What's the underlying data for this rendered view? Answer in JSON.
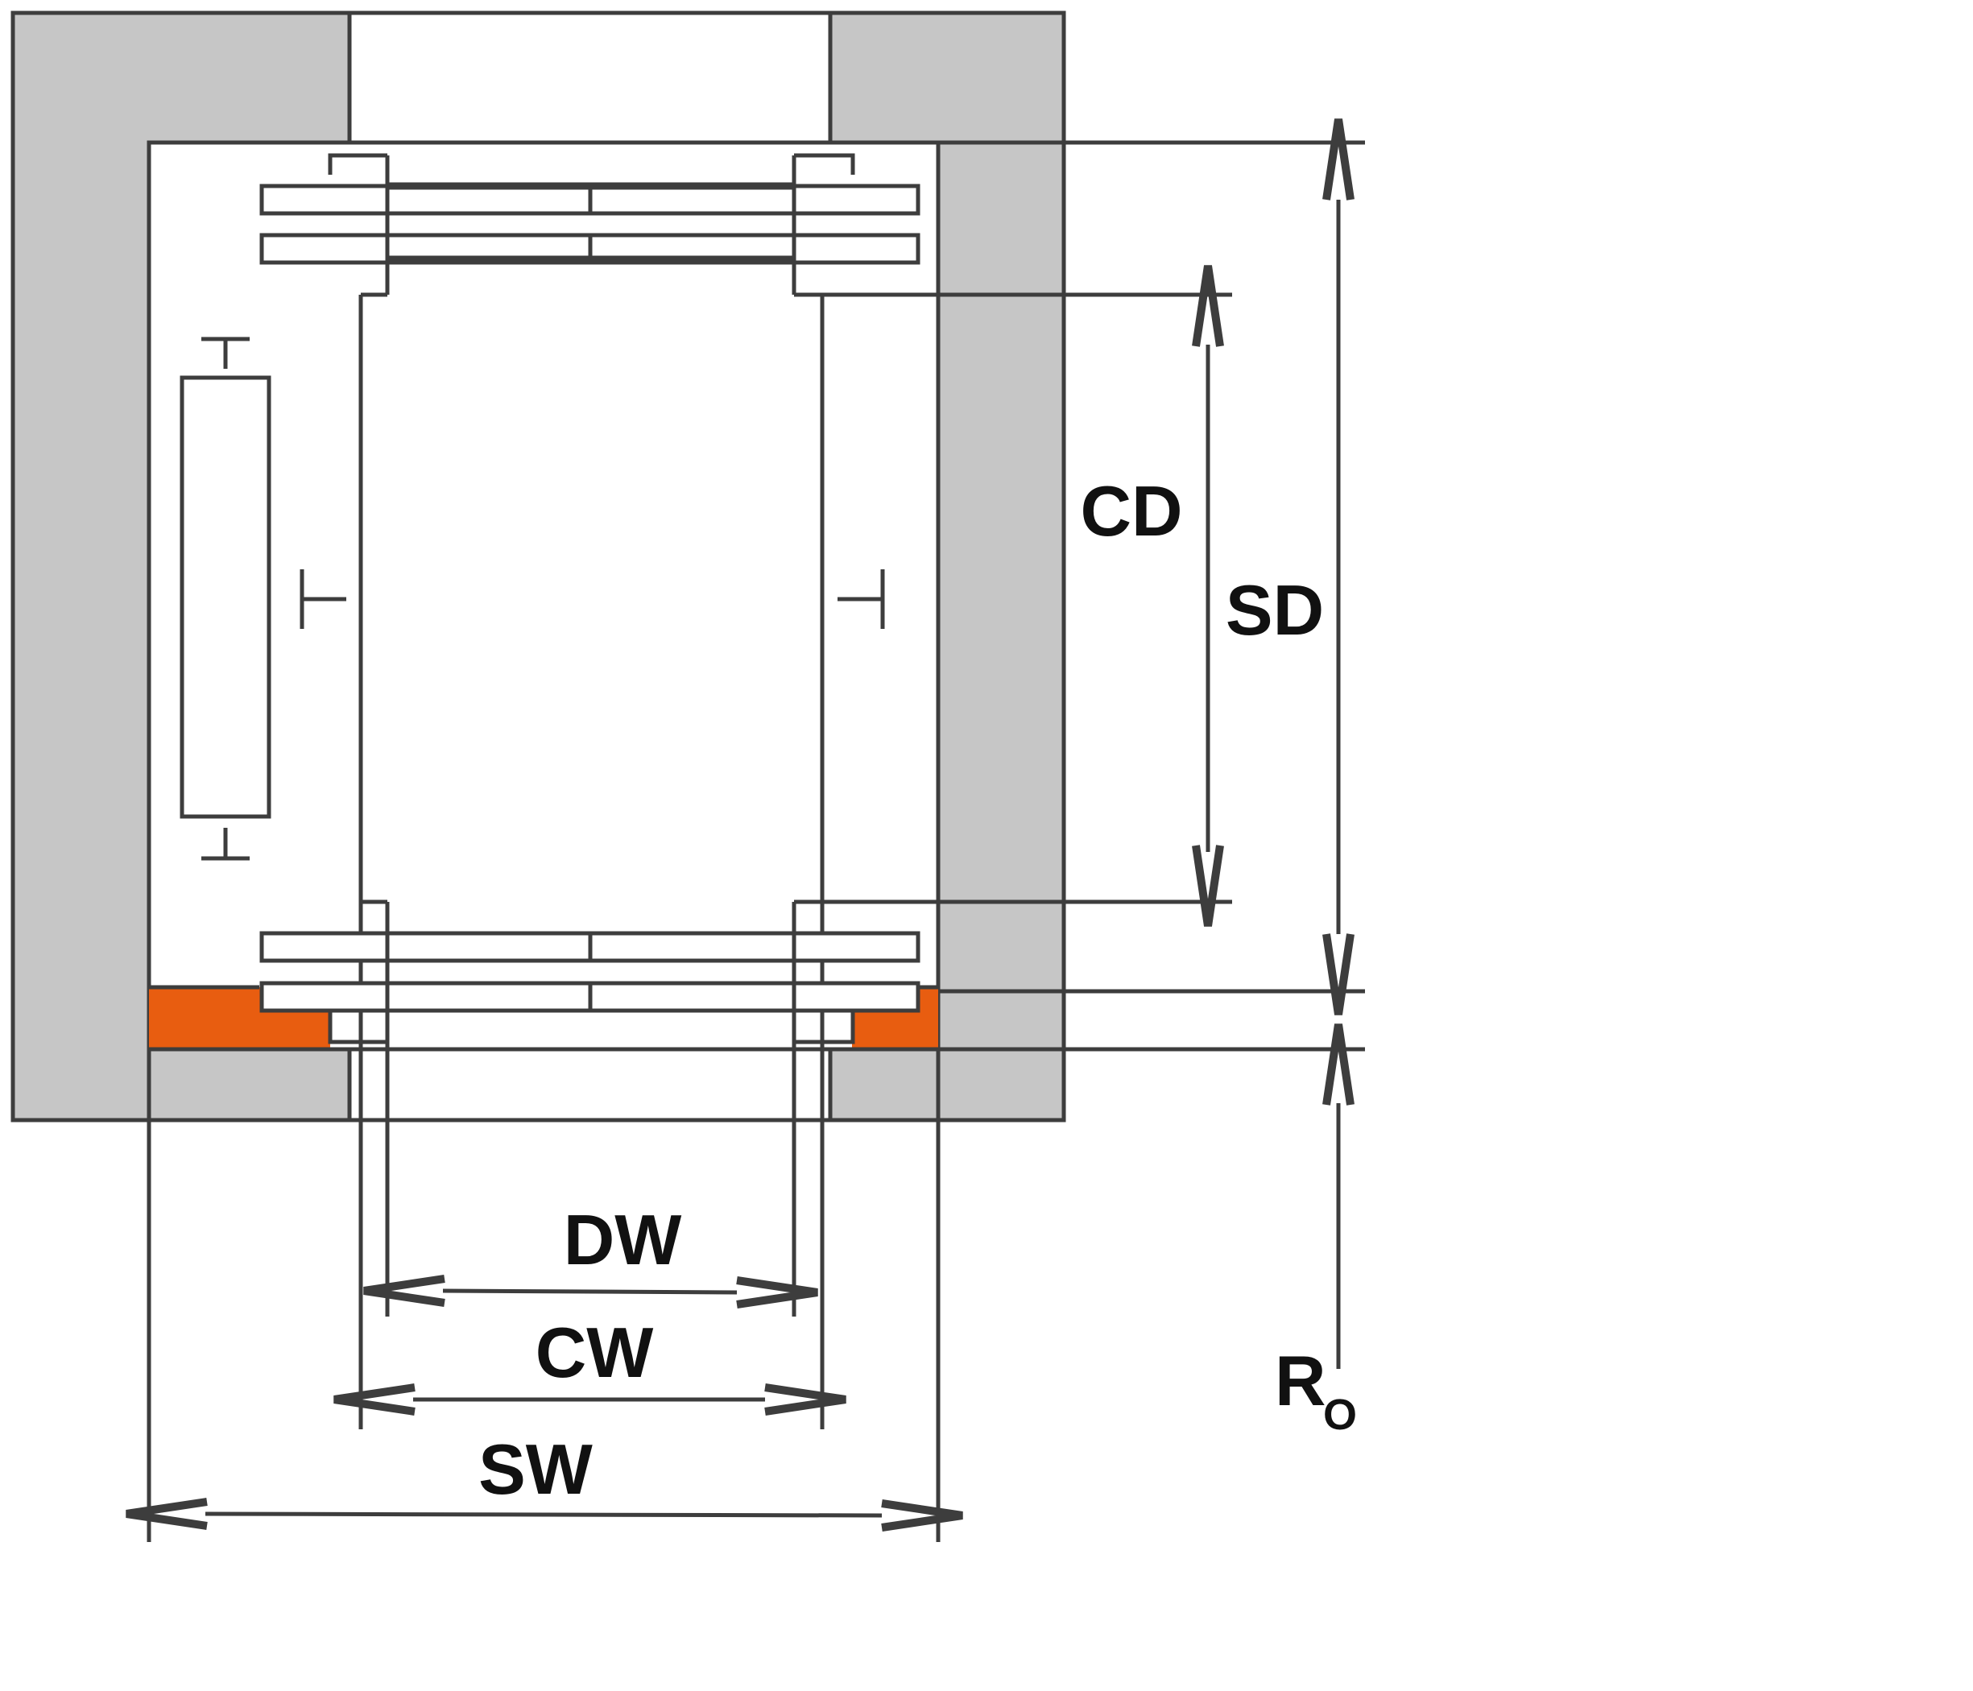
{
  "labels": {
    "cd": "CD",
    "sd": "SD",
    "dw": "DW",
    "cw": "CW",
    "sw": "SW",
    "ro_main": "R",
    "ro_sub": "O"
  },
  "colors": {
    "line": "#3d3d3d",
    "wall": "#c6c6c6",
    "pit": "#e85d10",
    "background": "#ffffff",
    "text": "#111111"
  }
}
